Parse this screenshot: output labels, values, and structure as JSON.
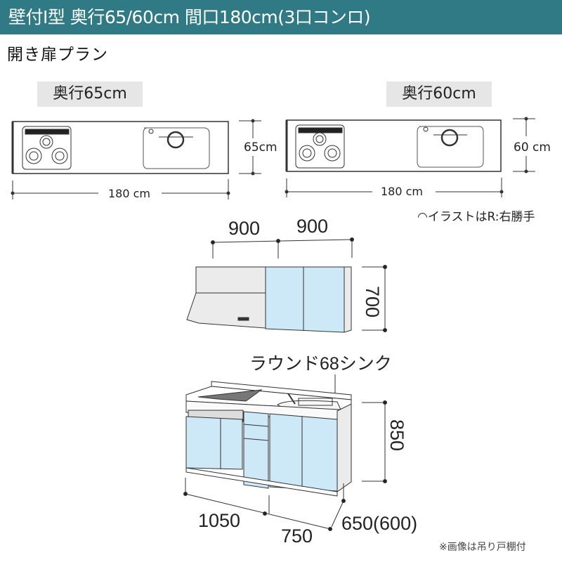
{
  "header": {
    "title": "壁付I型 奥行65/60cm 間口180cm(3口コンロ)",
    "bg_color": "#2f7a85"
  },
  "subtitle": "開き扉プラン",
  "plan_views": [
    {
      "depth_label": "奥行65cm",
      "width_label": "180 cm",
      "depth_dim": "65cm"
    },
    {
      "depth_label": "奥行60cm",
      "width_label": "180 cm",
      "depth_dim": "60 cm"
    }
  ],
  "illustration_note": "◠イラストはR:右勝手",
  "wall_cabinet": {
    "widths": [
      "900",
      "900"
    ],
    "height": "700"
  },
  "base_cabinet": {
    "sink_label": "ラウンド68シンク",
    "height": "850",
    "widths": [
      "1050",
      "750"
    ],
    "depth": "650(600)"
  },
  "footnote": "※画像は吊り戸棚付",
  "colors": {
    "door_blue": "#cde8f6",
    "body_gray": "#ebebeb",
    "outline": "#333333"
  }
}
